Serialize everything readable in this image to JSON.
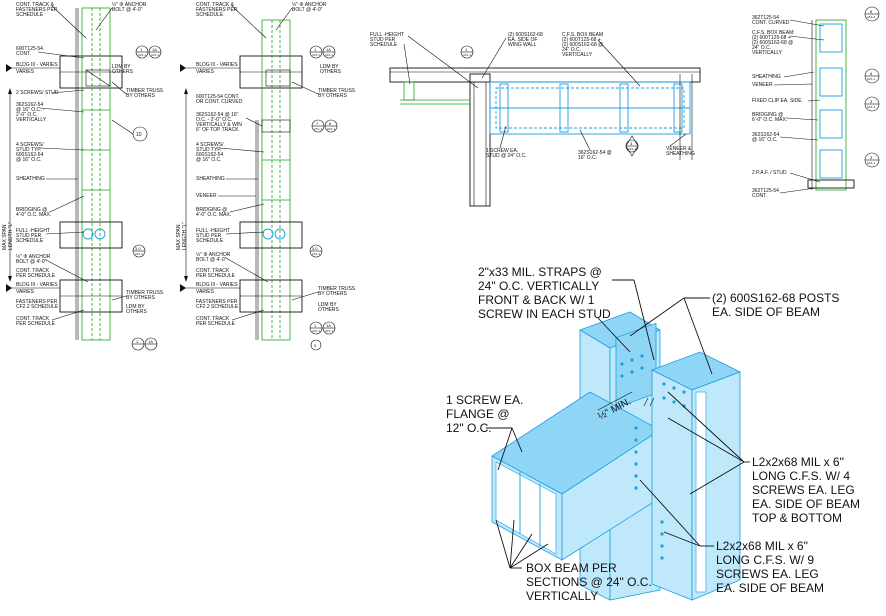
{
  "detail1": {
    "labels": {
      "cont_track_top": [
        "CONT. TRACK &",
        "FASTENERS PER",
        "SCHEDULE"
      ],
      "anchor_bolt_top": [
        "½\" Φ ANCHOR",
        "BOLT @ 4'-0\""
      ],
      "track_cont": [
        "600T125-54",
        "CONT."
      ],
      "bldg_top": "BLDG III - VARIES",
      "varies_top": "VARIES",
      "ldm_top": [
        "LDM BY",
        "OTHERS"
      ],
      "timber_top": [
        "TIMBER TRUSS",
        "BY OTHERS"
      ],
      "screws_stud": "2 SCREWS/ STUD",
      "studs_362": [
        "362S162-54",
        "@ 16\" O.C. -",
        "2'-0\" O.C.",
        "VERTICALLY"
      ],
      "screws_4": [
        "4 SCREWS/",
        "STUD TYP.",
        "600S162-54",
        "@ 16\" O.C."
      ],
      "sheathing": "SHEATHING",
      "bridging": [
        "BRIDGING @",
        "4'-0\" O.C. MAX."
      ],
      "full_height": [
        "FULL -HEIGHT",
        "STUD PER",
        "SCHEDULE"
      ],
      "anchor_bolt_bot": [
        "½\" Φ ANCHOR",
        "BOLT @ 4'-0\""
      ],
      "cont_track_mid": [
        "CONT. TRACK",
        "PER SCHEDULE"
      ],
      "bldg_bot": "BLDG III - VARIES",
      "varies_bot": "VARIES",
      "fasteners": [
        "FASTENERS PER",
        "CF2.2 SCHEDULE"
      ],
      "cont_track_bot": [
        "CONT. TRACK",
        "PER SCHEDULE"
      ],
      "timber_bot": [
        "TIMBER TRUSS",
        "BY OTHERS"
      ],
      "ldm_bot": [
        "LDM BY",
        "OTHERS"
      ],
      "span": [
        "MAX SPAN",
        "LENGTH \"L\""
      ]
    },
    "callouts": [
      {
        "num": "1",
        "ref": "CF1.1"
      },
      {
        "num": "1A",
        "ref": "CF1.1"
      },
      {
        "num": "10",
        "ref": ""
      },
      {
        "num": "3.0",
        "ref": "CF1.1"
      },
      {
        "num": "1",
        "ref": ""
      },
      {
        "num": "1A",
        "ref": ""
      }
    ]
  },
  "detail2": {
    "labels": {
      "cont_track_top": [
        "CONT. TRACK &",
        "FASTENERS PER",
        "SCHEDULE"
      ],
      "anchor_bolt_top": [
        "½\" Φ ANCHOR",
        "BOLT @ 4'-0\""
      ],
      "bldg_top": "BLDG III - VARIES",
      "varies_top": "VARIES",
      "ldm_top": [
        "LDM BY",
        "OTHERS"
      ],
      "timber_top": [
        "TIMBER TRUSS",
        "BY OTHERS"
      ],
      "track_curved": [
        "600T125-54 CONT.",
        "OR CONT. CURVED"
      ],
      "studs_362": [
        "362S162-54 @ 16\"",
        "O.C. - 2'-0\" O.C.",
        "VERTICALLY & WIN",
        "6\" OF TOP TRACK"
      ],
      "screws_4": [
        "4 SCREWS/",
        "STUD TYP.",
        "600S162-54",
        "@ 16\" O.C."
      ],
      "sheathing": "SHEATHING",
      "veneer": "VENEER",
      "bridging": [
        "BRIDGING @",
        "4'-0\" O.C. MAX."
      ],
      "full_height": [
        "FULL -HEIGHT",
        "STUD PER",
        "SCHEDULE"
      ],
      "anchor_bolt_bot": [
        "½\" Φ ANCHOR",
        "BOLT @ 4'-0\""
      ],
      "cont_track_mid": [
        "CONT. TRACK",
        "PER SCHEDULE"
      ],
      "bldg_bot": "BLDG III - VARIES",
      "varies_bot": "VARIES",
      "fasteners": [
        "FASTENERS PER",
        "CF2.2 SCHEDULE"
      ],
      "cont_track_bot": [
        "CONT. TRACK",
        "PER SCHEDULE"
      ],
      "timber_bot": [
        "TIMBER TRUSS",
        "BY OTHERS"
      ],
      "ldm_bot": [
        "LDM BY",
        "OTHERS"
      ],
      "span": [
        "MAX SPAN",
        "LENGTH \"L\""
      ]
    },
    "callouts": [
      {
        "num": "1",
        "ref": "CF1.1"
      },
      {
        "num": "1A",
        "ref": "CF1.1"
      },
      {
        "num": "7",
        "ref": "CF1.1"
      },
      {
        "num": "8",
        "ref": "CF1.1"
      },
      {
        "num": "3.0",
        "ref": "CF1.1"
      },
      {
        "num": "1",
        "ref": "CF1.1"
      },
      {
        "num": "1A",
        "ref": "CF1.1"
      },
      {
        "num": "5",
        "ref": ""
      }
    ]
  },
  "plan": {
    "labels": {
      "full_height": [
        "FULL -HEIGHT",
        "STUD PER",
        "SCHEDULE"
      ],
      "wing_wall": [
        "(2) 600S162-68",
        "EA. SIDE OF",
        "WING WALL"
      ],
      "box_beam": [
        "C.F.S. BOX BEAM",
        "(2) 600T125-68 +",
        "(2) 600S162-68 @",
        "24\" O.C.",
        "VERTICALLY"
      ],
      "screw_ea": [
        "1 SCREW EA.",
        "STUD @ 24\" O.C."
      ],
      "studs_362": [
        "362S162-54 @",
        "16\" O.C."
      ],
      "veneer": [
        "VENEER &",
        "SHEATHING"
      ]
    },
    "callouts": [
      {
        "num": "1",
        "ref": "CF1.1"
      },
      {
        "num": "3",
        "ref": "CF1.1"
      }
    ]
  },
  "detail4": {
    "labels": {
      "t1": [
        "362T125-54",
        "CONT. CURVED"
      ],
      "box_beam": [
        "C.F.S. BOX BEAM:",
        "(2) 600T125-68 +",
        "(2) 600S162-68 @",
        "24\" O.C.",
        "VERTICALLY"
      ],
      "sheathing": "SHEATHING",
      "veneer": "VENEER",
      "fixed_clip": "FIXED CLIP EA. SIDE",
      "bridging": [
        "BRIDGING @",
        "6'-0\" O.C. MAX."
      ],
      "studs": [
        "362S162-54",
        "@ 16\" O.C."
      ],
      "paf": "2 P.A.F. / STUD",
      "t2": [
        "362T125-54",
        "CONT."
      ]
    },
    "callouts": [
      {
        "num": "8",
        "ref": "CF1.2"
      },
      {
        "num": "6",
        "ref": "CF1.1"
      },
      {
        "num": "3",
        "ref": "CF1.2"
      },
      {
        "num": "3",
        "ref": "CF1.1"
      }
    ]
  },
  "iso": {
    "straps": [
      "2\"x33 MIL. STRAPS @",
      "24\" O.C. VERTICALLY",
      "FRONT & BACK W/ 1",
      "SCREW IN EACH STUD"
    ],
    "posts": [
      "(2) 600S162-68 POSTS",
      "EA. SIDE OF BEAM"
    ],
    "screw_flange": [
      "1 SCREW EA.",
      "FLANGE @",
      "12\" O.C."
    ],
    "min": "½\" MIN.",
    "angle4": [
      "L2x2x68 MIL x 6\"",
      "LONG C.F.S. W/ 4",
      "SCREWS EA. LEG",
      "EA. SIDE OF BEAM",
      "TOP & BOTTOM"
    ],
    "angle9": [
      "L2x2x68 MIL x 6\"",
      "LONG C.F.S. W/ 9",
      "SCREWS EA. LEG",
      "EA. SIDE OF BEAM"
    ],
    "box_beam": [
      "BOX BEAM PER",
      "SECTIONS @ 24\" O.C.",
      "VERTICALLY"
    ]
  },
  "colors": {
    "stud_green": "#1aa51a",
    "steel_cyan": "#1a9fe0",
    "steel_fill": "#bfe9fb",
    "ink": "#111111"
  }
}
